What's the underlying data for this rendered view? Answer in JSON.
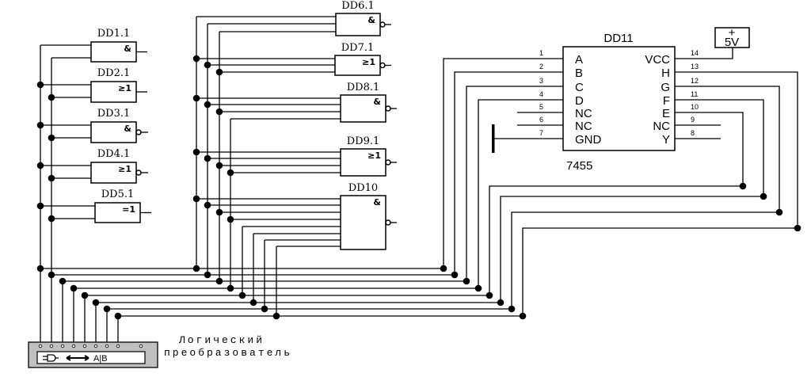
{
  "left_gates": [
    {
      "name": "DD1.1",
      "symbol": "&"
    },
    {
      "name": "DD2.1",
      "symbol": "≥1"
    },
    {
      "name": "DD3.1",
      "symbol": "&"
    },
    {
      "name": "DD4.1",
      "symbol": "≥1"
    },
    {
      "name": "DD5.1",
      "symbol": "=1"
    }
  ],
  "middle_gates": [
    {
      "name": "DD6.1",
      "symbol": "&"
    },
    {
      "name": "DD7.1",
      "symbol": "≥1"
    },
    {
      "name": "DD8.1",
      "symbol": "&"
    },
    {
      "name": "DD9.1",
      "symbol": "≥1"
    },
    {
      "name": "DD10",
      "symbol": "&"
    }
  ],
  "chip": {
    "name": "DD11",
    "part": "7455",
    "left_pins": [
      {
        "num": "1",
        "label": "A"
      },
      {
        "num": "2",
        "label": "B"
      },
      {
        "num": "3",
        "label": "C"
      },
      {
        "num": "4",
        "label": "D"
      },
      {
        "num": "5",
        "label": "NC"
      },
      {
        "num": "6",
        "label": "NC"
      },
      {
        "num": "7",
        "label": "GND"
      }
    ],
    "right_pins": [
      {
        "num": "14",
        "label": "VCC"
      },
      {
        "num": "13",
        "label": "H"
      },
      {
        "num": "12",
        "label": "G"
      },
      {
        "num": "11",
        "label": "F"
      },
      {
        "num": "10",
        "label": "E"
      },
      {
        "num": "9",
        "label": "NC"
      },
      {
        "num": "8",
        "label": "Y"
      }
    ]
  },
  "power": {
    "sign": "+",
    "label": "5V"
  },
  "analyzer": {
    "caption_line1": "Логический",
    "caption_line2": "преобразователь",
    "icon_text": "A|B"
  }
}
